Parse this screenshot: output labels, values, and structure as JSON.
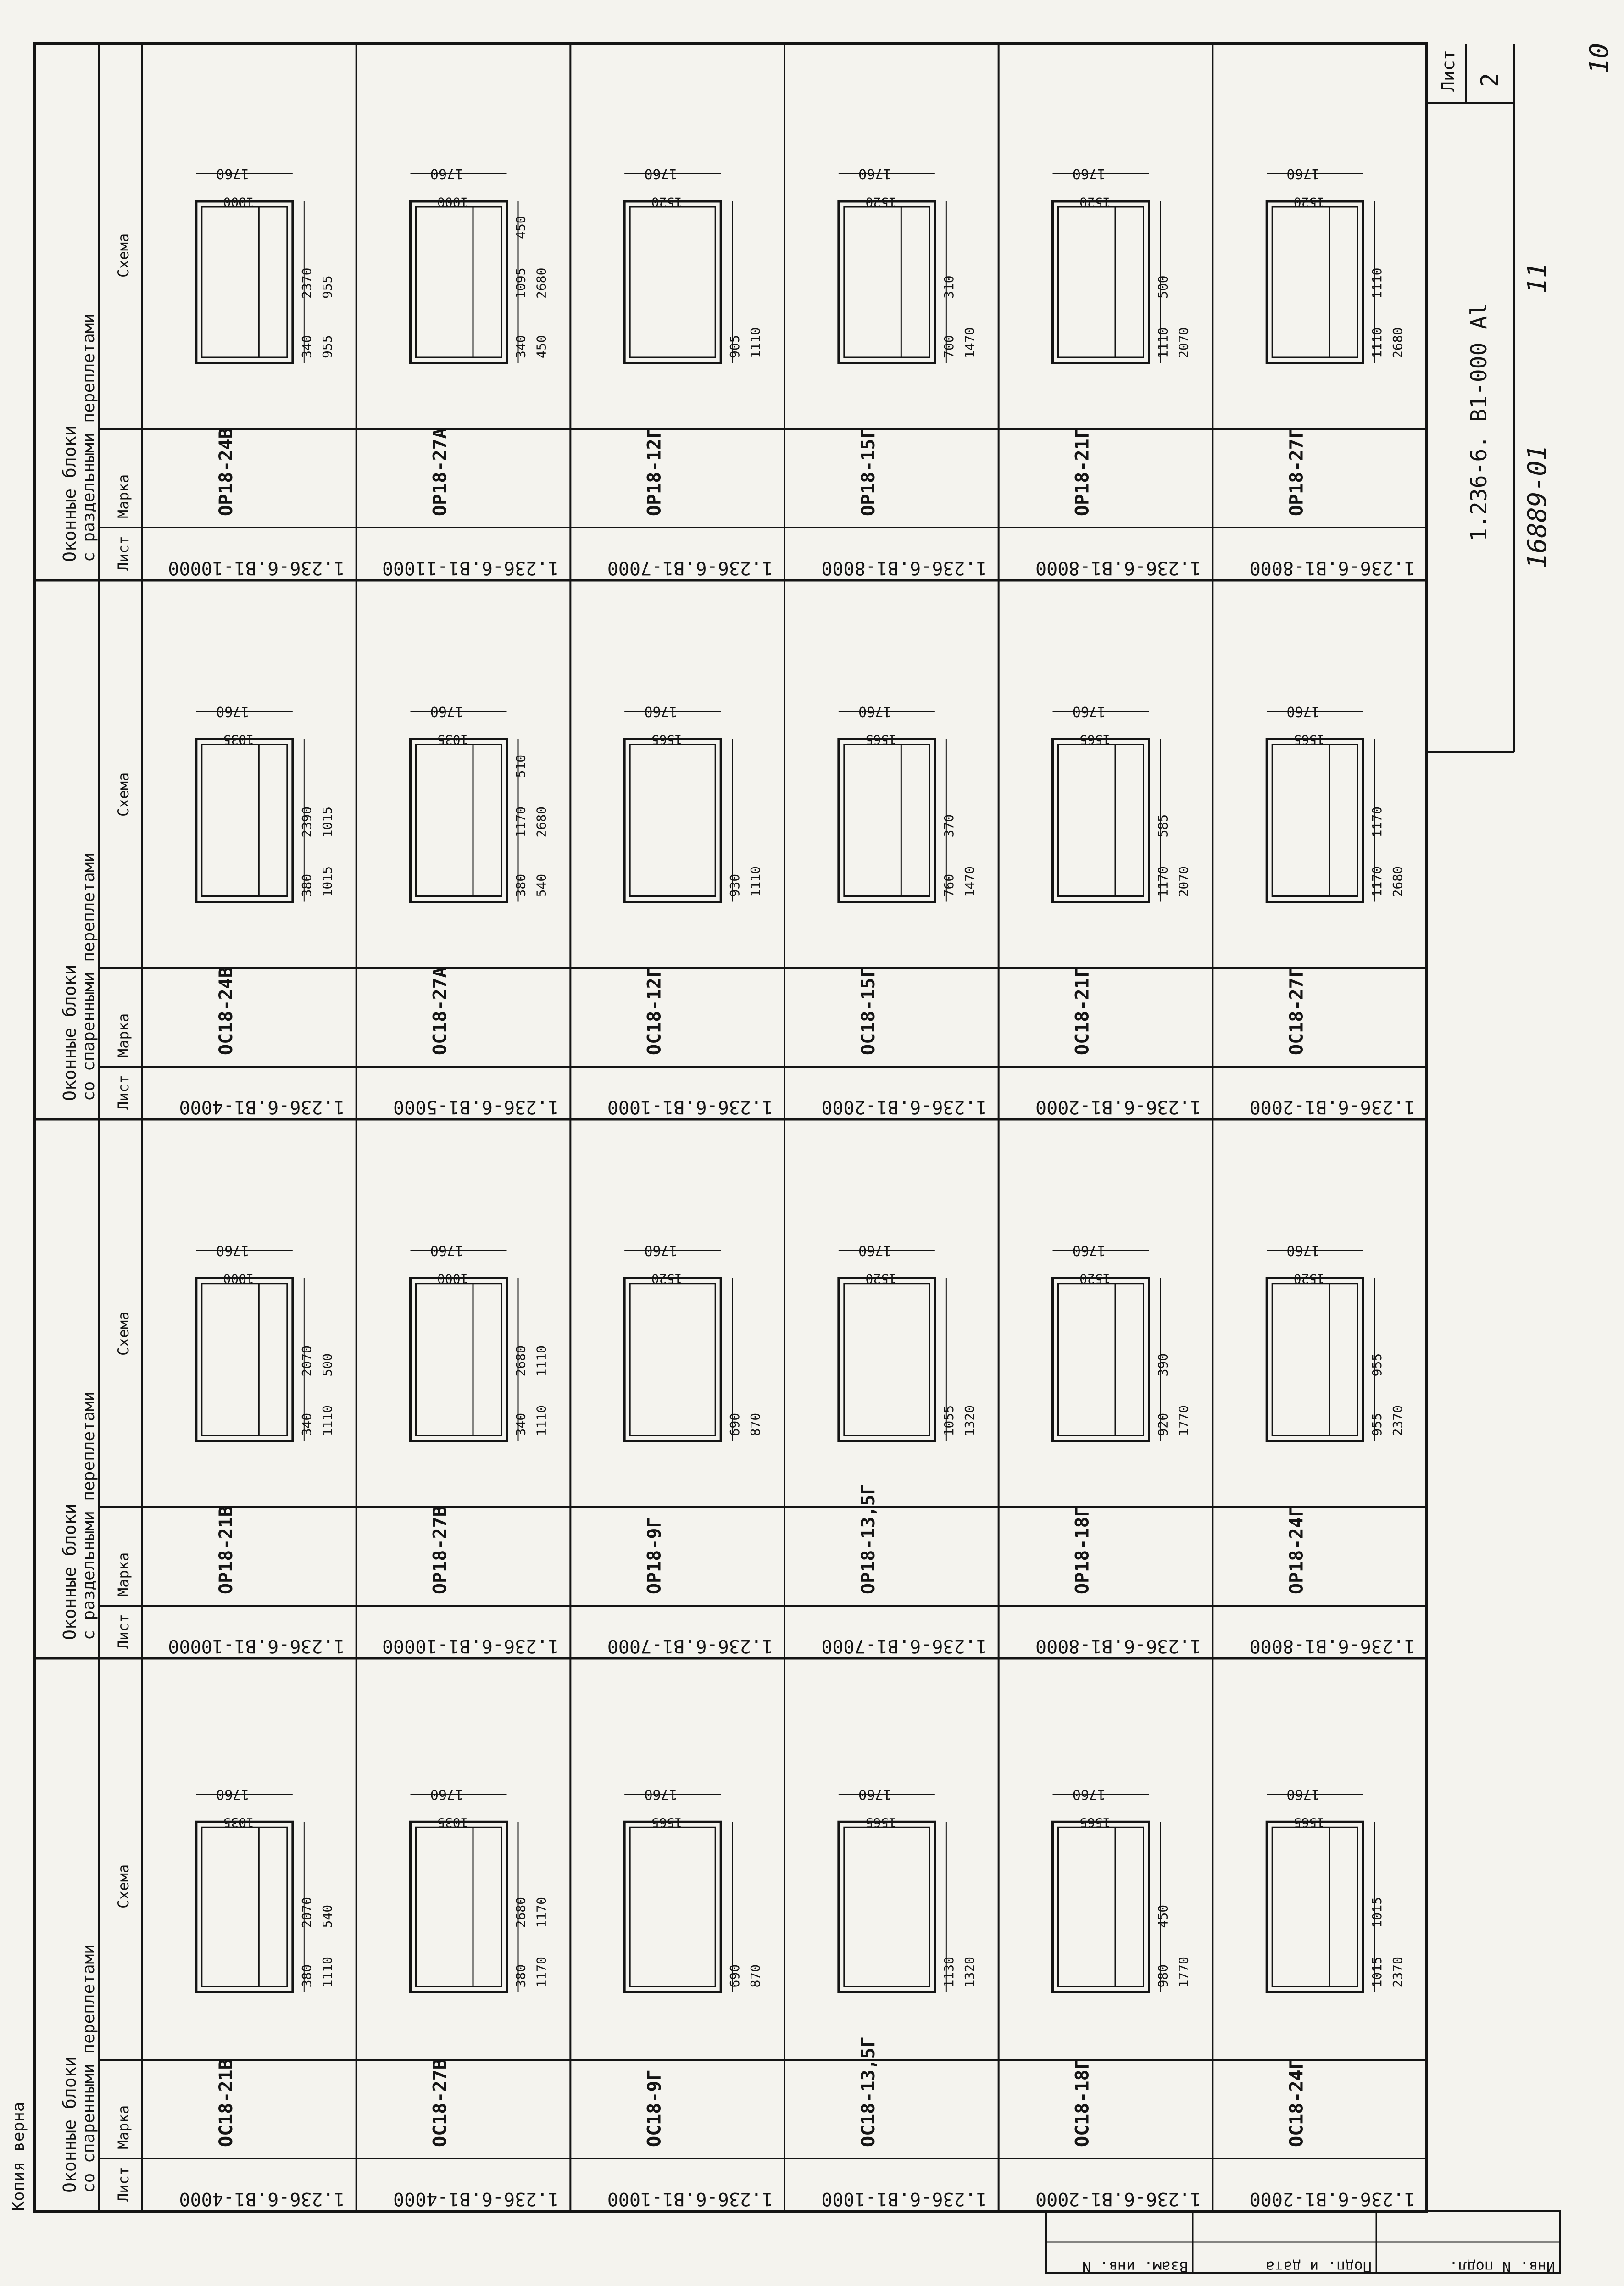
{
  "document": {
    "designation": "1.236-6. B1-000 Al",
    "registration_number": "16889-01",
    "registration_suffix": "11",
    "stamp": "Копия верна",
    "corner_mark": "10",
    "sheet_label": "Лист",
    "sheet_number": "2"
  },
  "columns": {
    "schema": "Схема",
    "mark": "Марка",
    "sheet": "Лист"
  },
  "side_stamp": [
    "Инв. N подл.",
    "Подп. и дата",
    "Взам. инв. N"
  ],
  "groups": [
    {
      "title_line1": "Оконные блоки",
      "title_line2": "со спаренными переплетами",
      "rows": [
        {
          "mark": "ОС18-21В",
          "sheet": "1.236-6.В1-4000",
          "dims": [
            "1760",
            "1035",
            "380",
            "1110",
            "2070",
            "540"
          ]
        },
        {
          "mark": "ОС18-27В",
          "sheet": "1.236-6.В1-4000",
          "dims": [
            "1760",
            "1035",
            "380",
            "1170",
            "2680",
            "1170"
          ]
        },
        {
          "mark": "ОС18-9Г",
          "sheet": "1.236-6.В1-1000",
          "dims": [
            "1760",
            "1565",
            "690",
            "870"
          ]
        },
        {
          "mark": "ОС18-13,5Г",
          "sheet": "1.236-6.В1-1000",
          "dims": [
            "1760",
            "1565",
            "1130",
            "1320"
          ]
        },
        {
          "mark": "ОС18-18Г",
          "sheet": "1.236-6.В1-2000",
          "dims": [
            "1760",
            "1565",
            "980",
            "1770",
            "450"
          ]
        },
        {
          "mark": "ОС18-24Г",
          "sheet": "1.236-6.В1-2000",
          "dims": [
            "1760",
            "1565",
            "1015",
            "2370",
            "1015"
          ]
        }
      ]
    },
    {
      "title_line1": "Оконные блоки",
      "title_line2": "с раздельными переплетами",
      "rows": [
        {
          "mark": "ОР18-21В",
          "sheet": "1.236-6.В1-10000",
          "dims": [
            "1760",
            "1000",
            "340",
            "1110",
            "2070",
            "500"
          ]
        },
        {
          "mark": "ОР18-27В",
          "sheet": "1.236-6.В1-10000",
          "dims": [
            "1760",
            "1000",
            "340",
            "1110",
            "2680",
            "1110"
          ]
        },
        {
          "mark": "ОР18-9Г",
          "sheet": "1.236-6.В1-7000",
          "dims": [
            "1760",
            "1520",
            "690",
            "870"
          ]
        },
        {
          "mark": "ОР18-13,5Г",
          "sheet": "1.236-6.В1-7000",
          "dims": [
            "1760",
            "1520",
            "1055",
            "1320"
          ]
        },
        {
          "mark": "ОР18-18Г",
          "sheet": "1.236-6.В1-8000",
          "dims": [
            "1760",
            "1520",
            "920",
            "1770",
            "390"
          ]
        },
        {
          "mark": "ОР18-24Г",
          "sheet": "1.236-6.В1-8000",
          "dims": [
            "1760",
            "1520",
            "955",
            "2370",
            "955"
          ]
        }
      ]
    },
    {
      "title_line1": "Оконные блоки",
      "title_line2": "со спаренными переплетами",
      "rows": [
        {
          "mark": "ОС18-24В",
          "sheet": "1.236-6.В1-4000",
          "dims": [
            "1760",
            "1035",
            "380",
            "1015",
            "2390",
            "1015"
          ]
        },
        {
          "mark": "ОС18-27А",
          "sheet": "1.236-6.В1-5000",
          "dims": [
            "1760",
            "1035",
            "380",
            "540",
            "1170",
            "2680",
            "510"
          ]
        },
        {
          "mark": "ОС18-12Г",
          "sheet": "1.236-6.В1-1000",
          "dims": [
            "1760",
            "1565",
            "930",
            "1110"
          ]
        },
        {
          "mark": "ОС18-15Г",
          "sheet": "1.236-6.В1-2000",
          "dims": [
            "1760",
            "1565",
            "760",
            "1470",
            "370"
          ]
        },
        {
          "mark": "ОС18-21Г",
          "sheet": "1.236-6.В1-2000",
          "dims": [
            "1760",
            "1565",
            "1170",
            "2070",
            "585"
          ]
        },
        {
          "mark": "ОС18-27Г",
          "sheet": "1.236-6.В1-2000",
          "dims": [
            "1760",
            "1565",
            "1170",
            "2680",
            "1170"
          ]
        }
      ]
    },
    {
      "title_line1": "Оконные блоки",
      "title_line2": "с раздельными переплетами",
      "rows": [
        {
          "mark": "ОР18-24В",
          "sheet": "1.236-6.В1-10000",
          "dims": [
            "1760",
            "1000",
            "340",
            "955",
            "2370",
            "955"
          ]
        },
        {
          "mark": "ОР18-27А",
          "sheet": "1.236-6.В1-11000",
          "dims": [
            "1760",
            "1000",
            "340",
            "450",
            "1095",
            "2680",
            "450"
          ]
        },
        {
          "mark": "ОР18-12Г",
          "sheet": "1.236-6.В1-7000",
          "dims": [
            "1760",
            "1520",
            "905",
            "1110"
          ]
        },
        {
          "mark": "ОР18-15Г",
          "sheet": "1.236-6.В1-8000",
          "dims": [
            "1760",
            "1520",
            "700",
            "1470",
            "310"
          ]
        },
        {
          "mark": "ОР18-21Г",
          "sheet": "1.236-6.В1-8000",
          "dims": [
            "1760",
            "1520",
            "1110",
            "2070",
            "500"
          ]
        },
        {
          "mark": "ОР18-27Г",
          "sheet": "1.236-6.В1-8000",
          "dims": [
            "1760",
            "1520",
            "1110",
            "2680",
            "1110"
          ]
        }
      ]
    }
  ]
}
